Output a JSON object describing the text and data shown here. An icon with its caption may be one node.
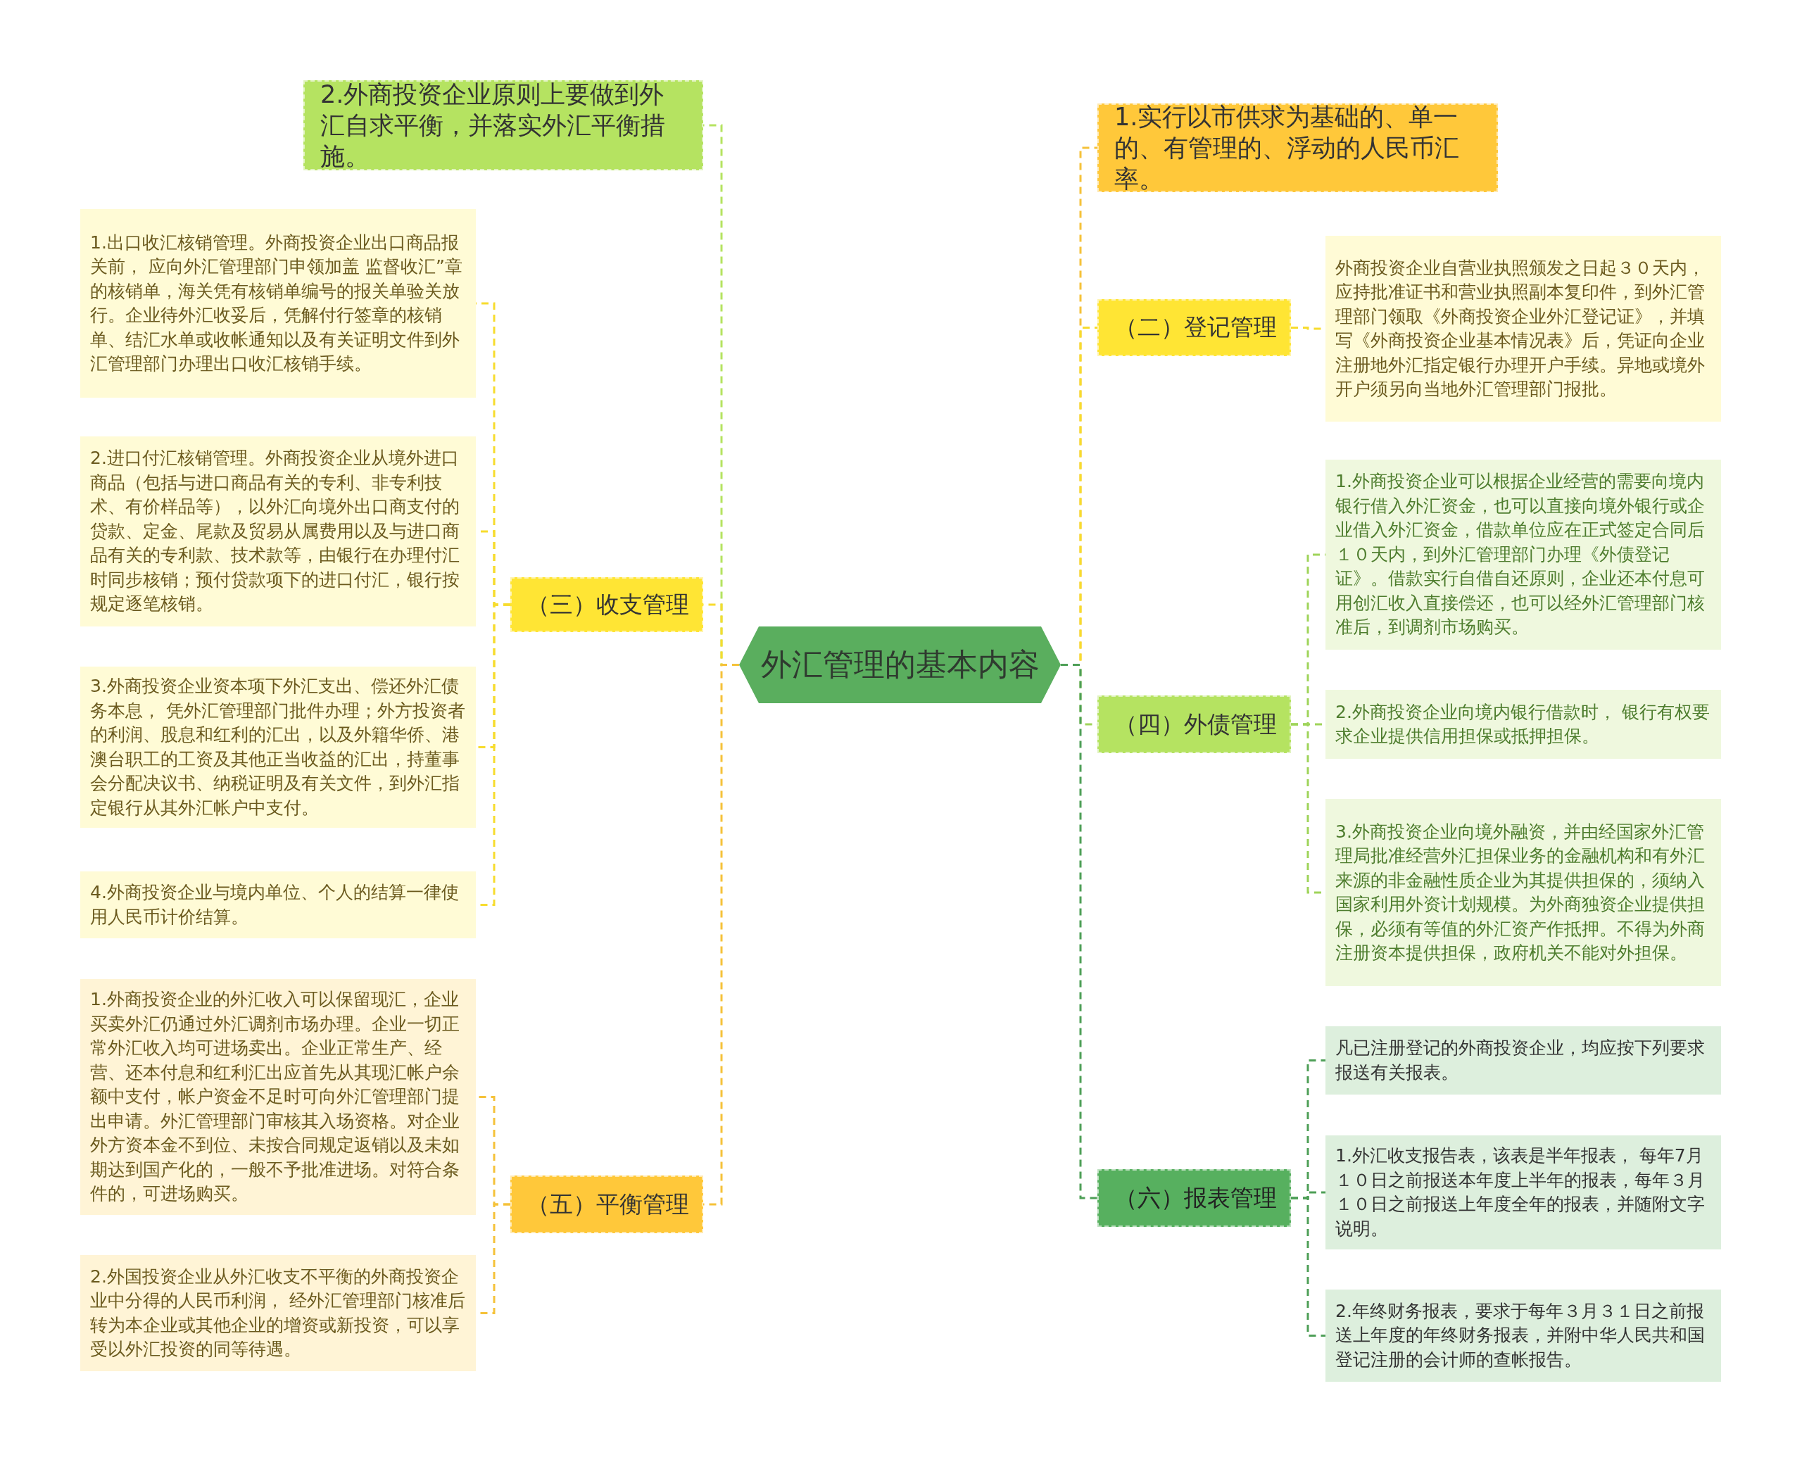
{
  "diagram": {
    "nodes": [
      {
        "text": [
          "外汇管理的基本内容"
        ]
      },
      {
        "text": [
          "2.外商投资企业原则上要做到外汇自求平衡，并落实外汇平衡措施。"
        ]
      },
      {
        "text": [
          "（三）收支管理"
        ]
      },
      {
        "text": [
          "1.出口收汇核销管理。外商投资企业出口商品报关前， 应向外汇管理部门申领加盖 监督收汇”章的核销单，海关凭有核销单编号的报关单验关放行。企业待外汇收妥后，凭解付行签章的核销单、结汇水单或收帐通知以及有关证明文件到外汇管理部门办理出口收汇核销手续。"
        ]
      },
      {
        "text": [
          "2.进口付汇核销管理。外商投资企业从境外进口商品（包括与进口商品有关的专利、非专利技术、有价样品等），以外汇向境外出口商支付的贷款、定金、尾款及贸易从属费用以及与进口商品有关的专利款、技术款等，由银行在办理付汇时同步核销；预付贷款项下的进口付汇，银行按规定逐笔核销。"
        ]
      },
      {
        "text": [
          "3.外商投资企业资本项下外汇支出、偿还外汇债务本息， 凭外汇管理部门批件办理；外方投资者的利润、股息和红利的汇出，以及外籍华侨、港澳台职工的工资及其他正当收益的汇出，持董事会分配决议书、纳税证明及有关文件，到外汇指定银行从其外汇帐户中支付。"
        ]
      },
      {
        "text": [
          "4.外商投资企业与境内单位、个人的结算一律使用人民币计价结算。"
        ]
      },
      {
        "text": [
          "（五）平衡管理"
        ]
      },
      {
        "text": [
          "1.外商投资企业的外汇收入可以保留现汇，企业买卖外汇仍通过外汇调剂市场办理。企业一切正常外汇收入均可进场卖出。企业正常生产、经营、还本付息和红利汇出应首先从其现汇帐户余额中支付，帐户资金不足时可向外汇管理部门提出申请。外汇管理部门审核其入场资格。对企业外方资本金不到位、未按合同规定返销以及未如期达到国产化的，一般不予批准进场。对符合条件的，可进场购买。"
        ]
      },
      {
        "text": [
          "2.外国投资企业从外汇收支不平衡的外商投资企业中分得的人民币利润， 经外汇管理部门核准后转为本企业或其他企业的增资或新投资，可以享受以外汇投资的同等待遇。"
        ]
      },
      {
        "text": [
          "1.实行以市供求为基础的、单一的、有管理的、浮动的人民币汇率。"
        ]
      },
      {
        "text": [
          "（二）登记管理"
        ]
      },
      {
        "text": [
          "外商投资企业自营业执照颁发之日起３０天内，应持批准证书和营业执照副本复印件，到外汇管理部门领取《外商投资企业外汇登记证》，并填写《外商投资企业基本情况表》后，凭证向企业注册地外汇指定银行办理开户手续。异地或境外开户须另向当地外汇管理部门报批。"
        ]
      },
      {
        "text": [
          "（四）外债管理"
        ]
      },
      {
        "text": [
          "1.外商投资企业可以根据企业经营的需要向境内银行借入外汇资金，也可以直接向境外银行或企业借入外汇资金，借款单位应在正式签定合同后１０天内，到外汇管理部门办理《外债登记证》。借款实行自借自还原则，企业还本付息可用创汇收入直接偿还，也可以经外汇管理部门核准后，到调剂市场购买。"
        ]
      },
      {
        "text": [
          "2.外商投资企业向境内银行借款时， 银行有权要求企业提供信用担保或抵押担保。"
        ]
      },
      {
        "text": [
          "3.外商投资企业向境外融资，并由经国家外汇管理局批准经营外汇担保业务的金融机构和有外汇来源的非金融性质企业为其提供担保的，须纳入国家利用外资计划规模。为外商独资企业提供担保，必须有等值的外汇资产作抵押。不得为外商注册资本提供担保，政府机关不能对外担保。"
        ]
      },
      {
        "text": [
          "（六）报表管理"
        ]
      },
      {
        "text": [
          "凡已注册登记的外商投资企业，均应按下列要求报送有关报表。"
        ]
      },
      {
        "text": [
          "1.外汇收支报告表，该表是半年报表， 每年7月１０日之前报送本年度上半年的报表，每年３月１０日之前报送上年度全年的报表，并随附文字说明。"
        ]
      },
      {
        "text": [
          "2.年终财务报表，要求于每年３月３１日之前报送上年度的年终财务报表，并附中华人民共和国登记注册的会计师的查帐报告。"
        ]
      }
    ],
    "edges": [
      {
        "from": 0,
        "to": 1,
        "arrow": "none",
        "style": "dashed",
        "color": "#b5e361"
      },
      {
        "from": 0,
        "to": 2,
        "arrow": "none",
        "style": "dashed",
        "color": "#f7dc2e"
      },
      {
        "from": 2,
        "to": 3,
        "arrow": "none",
        "style": "dashed",
        "color": "#f7dc2e"
      },
      {
        "from": 2,
        "to": 4,
        "arrow": "none",
        "style": "dashed",
        "color": "#f7dc2e"
      },
      {
        "from": 2,
        "to": 5,
        "arrow": "none",
        "style": "dashed",
        "color": "#f7dc2e"
      },
      {
        "from": 2,
        "to": 6,
        "arrow": "none",
        "style": "dashed",
        "color": "#f7dc2e"
      },
      {
        "from": 0,
        "to": 7,
        "arrow": "none",
        "style": "dashed",
        "color": "#f5c23a"
      },
      {
        "from": 7,
        "to": 8,
        "arrow": "none",
        "style": "dashed",
        "color": "#f5c23a"
      },
      {
        "from": 7,
        "to": 9,
        "arrow": "none",
        "style": "dashed",
        "color": "#f5c23a"
      },
      {
        "from": 0,
        "to": 10,
        "arrow": "none",
        "style": "dashed",
        "color": "#f5c23a"
      },
      {
        "from": 0,
        "to": 11,
        "arrow": "none",
        "style": "dashed",
        "color": "#f7dc2e"
      },
      {
        "from": 11,
        "to": 12,
        "arrow": "none",
        "style": "dashed",
        "color": "#f7dc2e"
      },
      {
        "from": 0,
        "to": 13,
        "arrow": "none",
        "style": "dashed",
        "color": "#9fd45a"
      },
      {
        "from": 13,
        "to": 14,
        "arrow": "none",
        "style": "dashed",
        "color": "#9fd45a"
      },
      {
        "from": 13,
        "to": 15,
        "arrow": "none",
        "style": "dashed",
        "color": "#9fd45a"
      },
      {
        "from": 13,
        "to": 16,
        "arrow": "none",
        "style": "dashed",
        "color": "#9fd45a"
      },
      {
        "from": 0,
        "to": 17,
        "arrow": "none",
        "style": "dashed",
        "color": "#4e9f57"
      },
      {
        "from": 17,
        "to": 18,
        "arrow": "none",
        "style": "dashed",
        "color": "#4e9f57"
      },
      {
        "from": 17,
        "to": 19,
        "arrow": "none",
        "style": "dashed",
        "color": "#4e9f57"
      },
      {
        "from": 17,
        "to": 20,
        "arrow": "none",
        "style": "dashed",
        "color": "#4e9f57"
      }
    ]
  }
}
